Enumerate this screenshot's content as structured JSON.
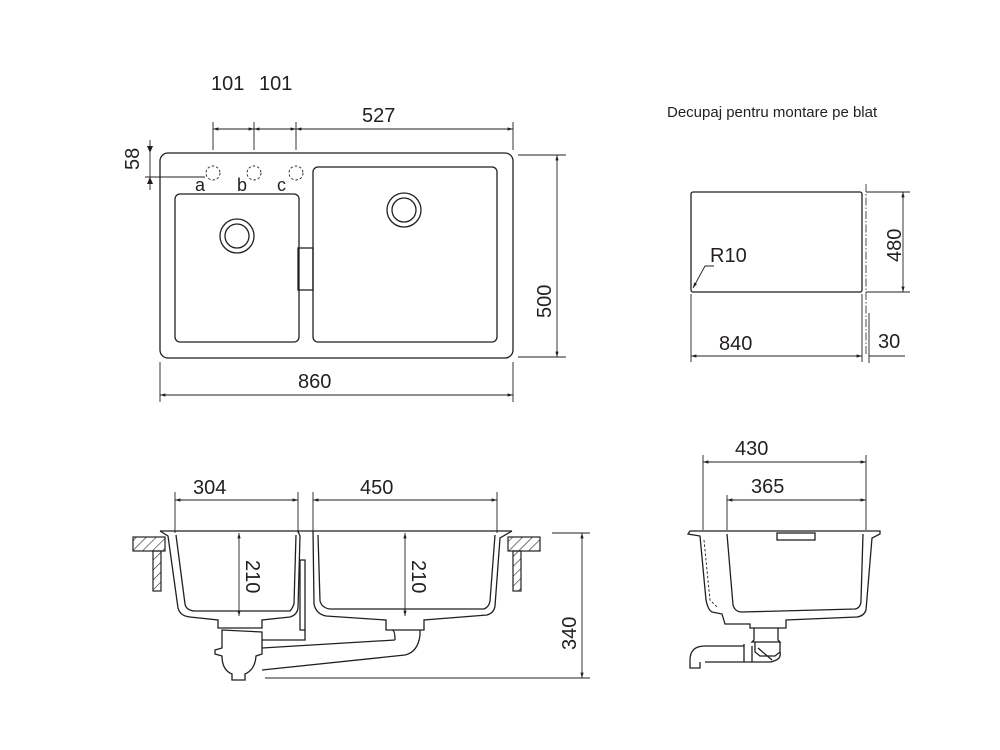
{
  "drawing": {
    "cutout_title": "Decupaj pentru montare pe blat",
    "top_view": {
      "dim_tap_spacing_1": "101",
      "dim_tap_spacing_2": "101",
      "dim_right_bowl_offset": "527",
      "dim_tap_row_offset": "58",
      "dim_depth": "500",
      "dim_width": "860",
      "tap_labels": [
        "a",
        "b",
        "c"
      ]
    },
    "cutout_view": {
      "corner_radius": "R10",
      "dim_depth": "480",
      "dim_width": "840",
      "dim_overlap": "30"
    },
    "front_section": {
      "dim_left_bowl_width": "304",
      "dim_right_bowl_width": "450",
      "dim_left_bowl_depth": "210",
      "dim_right_bowl_depth": "210",
      "dim_total_height": "340"
    },
    "side_section": {
      "dim_outer_depth": "430",
      "dim_inner_depth": "365"
    }
  },
  "colors": {
    "line": "#231f20",
    "background": "#ffffff"
  }
}
